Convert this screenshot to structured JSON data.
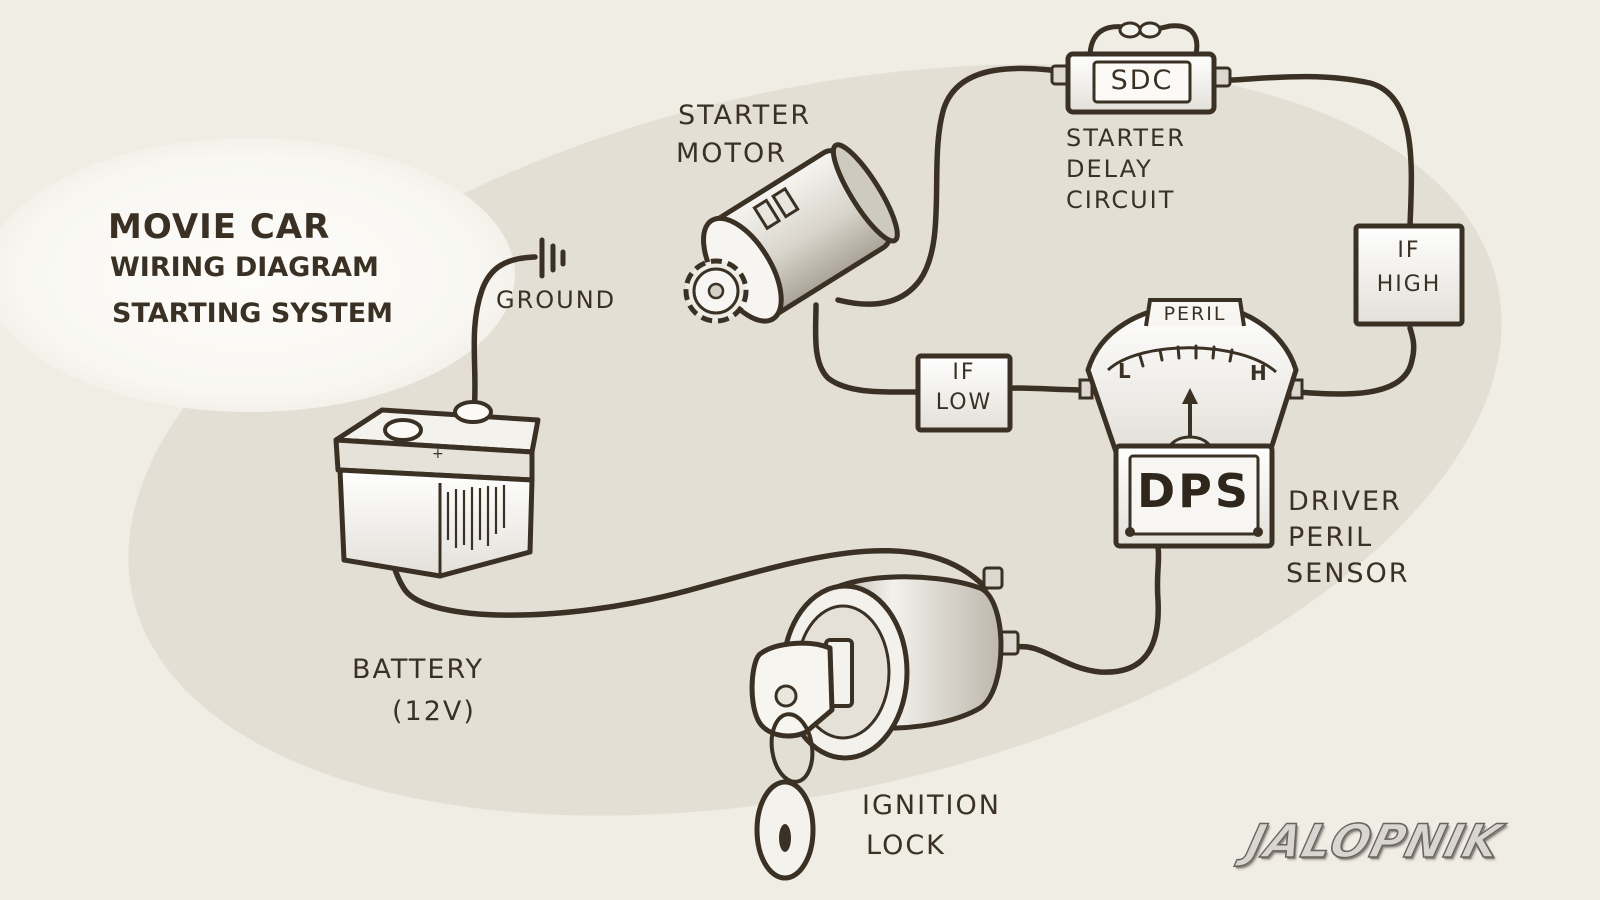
{
  "title": {
    "line1": "Movie Car",
    "line2": "Wiring Diagram",
    "line3": "Starting System"
  },
  "labels": {
    "ground": "Ground",
    "battery_line1": "Battery",
    "battery_line2": "(12V)",
    "starter_line1": "Starter",
    "starter_line2": "Motor",
    "sdc": "SDC",
    "sdc_line1": "Starter",
    "sdc_line2": "Delay",
    "sdc_line3": "Circuit",
    "if_high_line1": "IF",
    "if_high_line2": "High",
    "if_low_line1": "IF",
    "if_low_line2": "Low",
    "peril": "Peril",
    "scale_low": "L",
    "scale_high": "H",
    "dps": "DPS",
    "dps_line1": "Driver",
    "dps_line2": "Peril",
    "dps_line3": "Sensor",
    "ignition_line1": "Ignition",
    "ignition_line2": "Lock"
  },
  "brand": {
    "logo": "JALOPNIK"
  },
  "colors": {
    "background": "#f0ede4",
    "blob": "#e3dfd5",
    "spotlight": "#faf9f5",
    "ink": "#3a3124"
  }
}
